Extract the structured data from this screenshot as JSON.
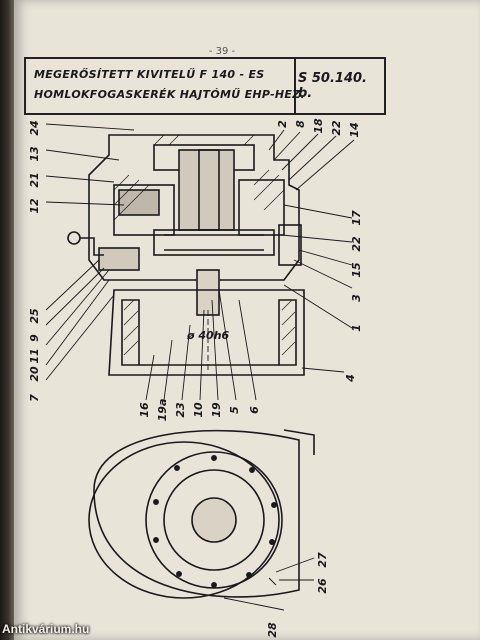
{
  "page": {
    "number": "- 39 -"
  },
  "title": {
    "line1": "MEGERŐSÍTETT KIVITELŰ F 140 - ES",
    "line2": "HOMLOKFOGASKERÉK HAJTÓMŰ EHP-HEZ.",
    "code": "S 50.140. b."
  },
  "drawing": {
    "dimension_label": "ø 40h6",
    "labels_left": [
      "24",
      "13",
      "21",
      "12",
      "25",
      "9",
      "11",
      "20",
      "7"
    ],
    "labels_right_top": [
      "2",
      "8",
      "18",
      "22",
      "14"
    ],
    "labels_right_side": [
      "17",
      "22",
      "15",
      "3",
      "1",
      "4"
    ],
    "labels_bottom": [
      "16",
      "19a",
      "23",
      "10",
      "19",
      "5",
      "6"
    ],
    "labels_plan": [
      "27",
      "26",
      "28"
    ]
  },
  "watermark": "Antikvárium.hu"
}
